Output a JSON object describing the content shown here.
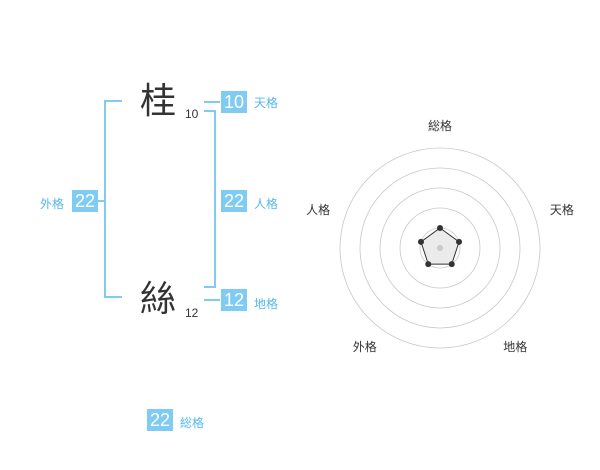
{
  "name": {
    "chars": [
      {
        "char": "桂",
        "strokes": "10"
      },
      {
        "char": "絲",
        "strokes": "12"
      }
    ]
  },
  "fortunes": {
    "tenkaku": {
      "label": "天格",
      "value": "10"
    },
    "jinkaku": {
      "label": "人格",
      "value": "22"
    },
    "chikaku": {
      "label": "地格",
      "value": "12"
    },
    "gaikaku": {
      "label": "外格",
      "value": "22"
    },
    "soukaku": {
      "label": "総格",
      "value": "22"
    }
  },
  "colors": {
    "accent": "#7fcbf2",
    "accent_text": "#55b8ec"
  },
  "chart_data": {
    "type": "radar",
    "axes": [
      "総格",
      "天格",
      "地格",
      "外格",
      "人格"
    ],
    "series": [
      {
        "values": [
          1,
          1,
          1,
          1,
          1
        ]
      }
    ],
    "rings": 5
  }
}
